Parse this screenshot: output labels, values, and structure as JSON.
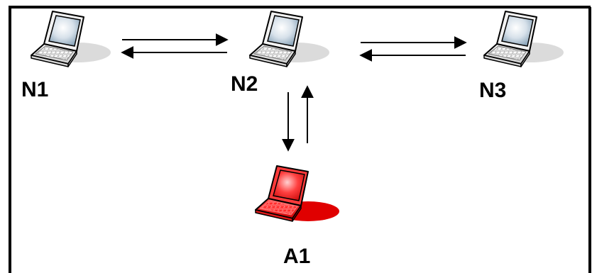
{
  "diagram": {
    "nodes": [
      {
        "id": "N1",
        "label": "N1",
        "icon": "laptop-icon",
        "status": "normal"
      },
      {
        "id": "N2",
        "label": "N2",
        "icon": "laptop-icon",
        "status": "normal"
      },
      {
        "id": "N3",
        "label": "N3",
        "icon": "laptop-icon",
        "status": "normal"
      },
      {
        "id": "A1",
        "label": "A1",
        "icon": "laptop-icon",
        "status": "attacker"
      }
    ],
    "edges": [
      {
        "from": "N1",
        "to": "N2"
      },
      {
        "from": "N2",
        "to": "N1"
      },
      {
        "from": "N2",
        "to": "N3"
      },
      {
        "from": "N3",
        "to": "N2"
      },
      {
        "from": "N2",
        "to": "A1"
      },
      {
        "from": "A1",
        "to": "N2"
      }
    ]
  },
  "colors": {
    "normal_screen": "#6f8fa8",
    "attacker_body": "#e01010",
    "arrow": "#000000",
    "border": "#000000"
  }
}
